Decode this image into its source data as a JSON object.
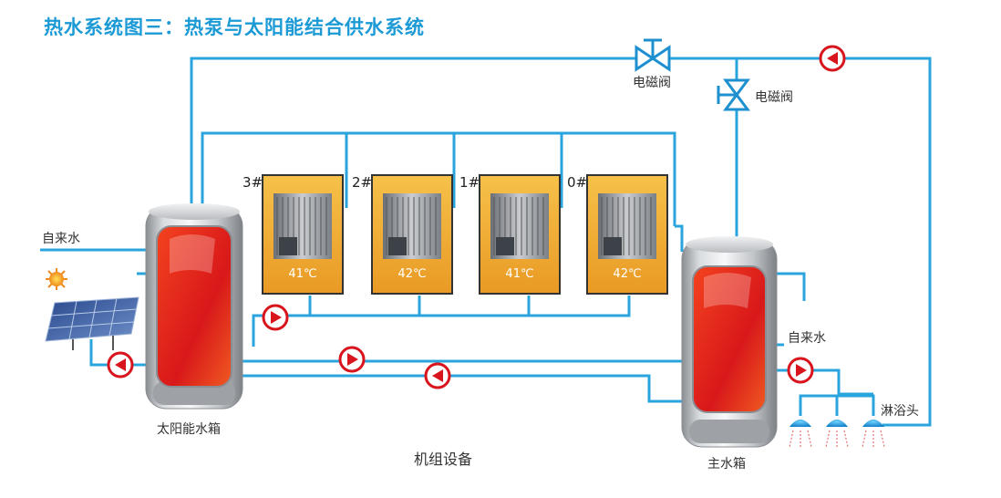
{
  "title": "热水系统图三：热泵与太阳能结合供水系统",
  "labels": {
    "solenoid_valve_top": "电磁阀",
    "solenoid_valve_right": "电磁阀",
    "tap_water_left": "自来水",
    "tap_water_right": "自来水",
    "solar_tank": "太阳能水箱",
    "unit_equipment": "机组设备",
    "main_tank": "主水箱",
    "shower_heads": "淋浴头"
  },
  "units": [
    {
      "id": "3#",
      "temp": "41℃"
    },
    {
      "id": "2#",
      "temp": "42℃"
    },
    {
      "id": "1#",
      "temp": "41℃"
    },
    {
      "id": "0#",
      "temp": "42℃"
    }
  ],
  "colors": {
    "pipe": "#2aa4dc",
    "title": "#1b9ad6",
    "pump": "#d8141c",
    "unit_panel": "#f2b53a",
    "tank_red": "#e8321e"
  }
}
